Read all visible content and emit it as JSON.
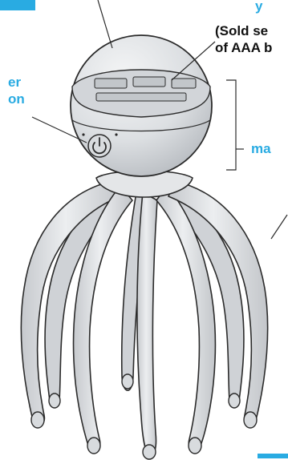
{
  "labels": {
    "top_cut": "y",
    "battery_line_1": "(Sold se",
    "battery_line_2": "of AAA b",
    "power_line_1": "er",
    "power_line_2": "on",
    "massage_head": "ma"
  },
  "colors": {
    "accent": "#29abe2",
    "device_fill": "#e2e4e6",
    "device_shade": "#c9ccd0",
    "outline": "#2b2b2b",
    "text": "#111111"
  },
  "icons": [
    "power-button-icon"
  ]
}
